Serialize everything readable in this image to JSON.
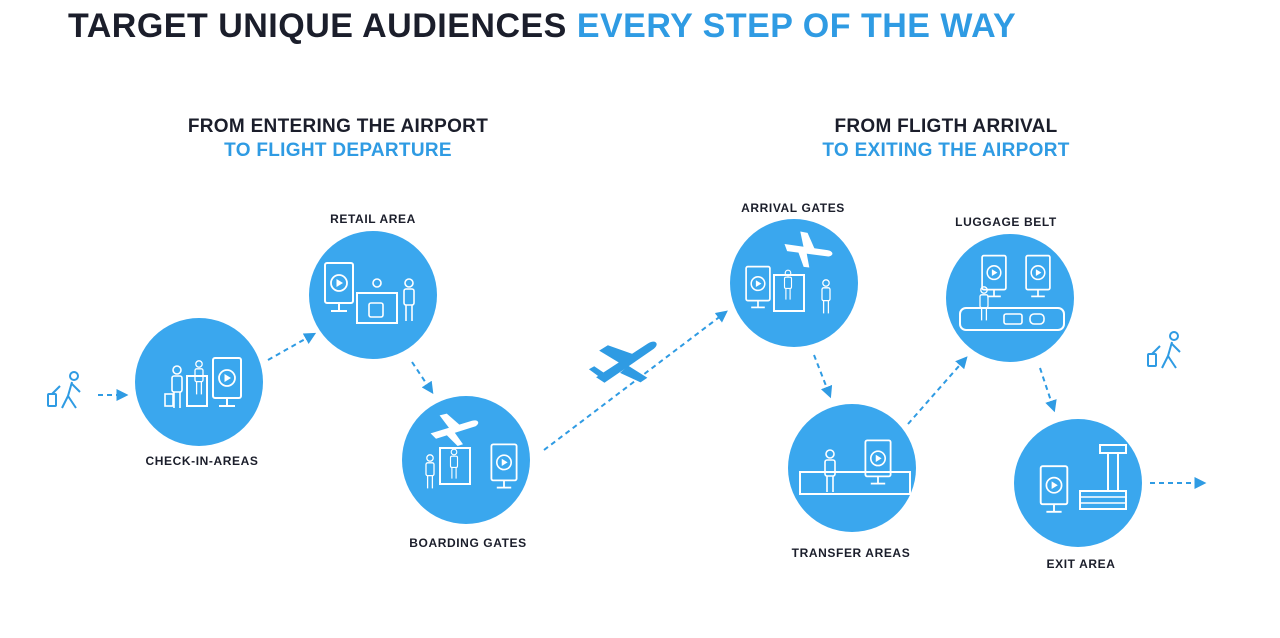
{
  "title": {
    "part1": "TARGET UNIQUE AUDIENCES",
    "part2": "EVERY STEP OF THE WAY"
  },
  "departure": {
    "line1": "FROM ENTERING THE AIRPORT",
    "line2": "TO FLIGHT DEPARTURE"
  },
  "arrival": {
    "line1": "FROM FLIGTH ARRIVAL",
    "line2": "TO EXITING THE AIRPORT"
  },
  "stages": {
    "checkin": "CHECK-IN-AREAS",
    "retail": "RETAIL AREA",
    "boarding": "BOARDING GATES",
    "arrival_gates": "ARRIVAL GATES",
    "transfer": "TRANSFER AREAS",
    "luggage": "LUGGAGE BELT",
    "exit": "EXIT AREA"
  },
  "colors": {
    "accent": "#2f9be3",
    "circle": "#3aa7ee",
    "text_dark": "#1b1e2b"
  },
  "icons": {
    "stage_icon": "play-screen-icon",
    "traveler": "traveler-icon",
    "plane": "airplane-icon"
  }
}
